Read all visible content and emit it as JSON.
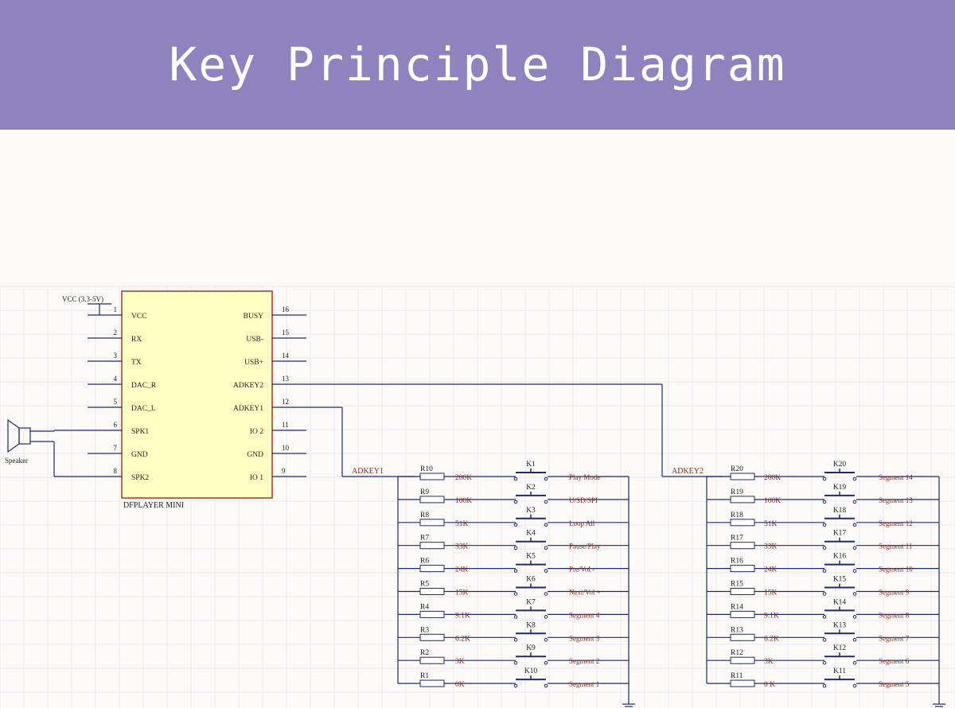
{
  "title": "Key Principle Diagram",
  "colors": {
    "banner": "#8e83bf",
    "wire": "#1e2a6e",
    "chip_fill": "#ffffc4",
    "chip_stroke": "#a03a28",
    "text_dark": "#222222",
    "text_red": "#8c2a1e"
  },
  "chip": {
    "name": "DFPLAYER MINI",
    "supply_label": "VCC (3.3-5V)",
    "speaker_label": "Speaker",
    "left_pins": [
      {
        "num": "1",
        "label": "VCC"
      },
      {
        "num": "2",
        "label": "RX"
      },
      {
        "num": "3",
        "label": "TX"
      },
      {
        "num": "4",
        "label": "DAC_R"
      },
      {
        "num": "5",
        "label": "DAC_L"
      },
      {
        "num": "6",
        "label": "SPK1"
      },
      {
        "num": "7",
        "label": "GND"
      },
      {
        "num": "8",
        "label": "SPK2"
      }
    ],
    "right_pins": [
      {
        "num": "16",
        "label": "BUSY"
      },
      {
        "num": "15",
        "label": "USB-"
      },
      {
        "num": "14",
        "label": "USB+"
      },
      {
        "num": "13",
        "label": "ADKEY2"
      },
      {
        "num": "12",
        "label": "ADKEY1"
      },
      {
        "num": "11",
        "label": "IO 2"
      },
      {
        "num": "10",
        "label": "GND"
      },
      {
        "num": "9",
        "label": "IO 1"
      }
    ]
  },
  "ladders": [
    {
      "net": "ADKEY1",
      "rows": [
        {
          "r": "R10",
          "value": "200K",
          "key": "K1",
          "func": "Play Mode"
        },
        {
          "r": "R9",
          "value": "100K",
          "key": "K2",
          "func": "U/SD/SPI"
        },
        {
          "r": "R8",
          "value": "51K",
          "key": "K3",
          "func": "Loop All"
        },
        {
          "r": "R7",
          "value": "33K",
          "key": "K4",
          "func": "Pause/Play"
        },
        {
          "r": "R6",
          "value": "24K",
          "key": "K5",
          "func": "Pre/Vol -"
        },
        {
          "r": "R5",
          "value": "15K",
          "key": "K6",
          "func": "Next/Vol +"
        },
        {
          "r": "R4",
          "value": "9.1K",
          "key": "K7",
          "func": "Segment 4"
        },
        {
          "r": "R3",
          "value": "6.2K",
          "key": "K8",
          "func": "Segment 3"
        },
        {
          "r": "R2",
          "value": "3K",
          "key": "K9",
          "func": "Segment 2"
        },
        {
          "r": "R1",
          "value": "0K",
          "key": "K10",
          "func": "Segment 1"
        }
      ]
    },
    {
      "net": "ADKEY2",
      "rows": [
        {
          "r": "R20",
          "value": "200K",
          "key": "K20",
          "func": "Segment 14"
        },
        {
          "r": "R19",
          "value": "100K",
          "key": "K19",
          "func": "Segment 13"
        },
        {
          "r": "R18",
          "value": "51K",
          "key": "K18",
          "func": "Segment 12"
        },
        {
          "r": "R17",
          "value": "33K",
          "key": "K17",
          "func": "Segment 11"
        },
        {
          "r": "R16",
          "value": "24K",
          "key": "K16",
          "func": "Segment 10"
        },
        {
          "r": "R15",
          "value": "15K",
          "key": "K15",
          "func": "Segment 9"
        },
        {
          "r": "R14",
          "value": "9.1K",
          "key": "K14",
          "func": "Segment 8"
        },
        {
          "r": "R13",
          "value": "6.2K",
          "key": "K13",
          "func": "Segment 7"
        },
        {
          "r": "R12",
          "value": "3K",
          "key": "K12",
          "func": "Segment 6"
        },
        {
          "r": "R11",
          "value": "0 K",
          "key": "K11",
          "func": "Segment 5"
        }
      ]
    }
  ]
}
